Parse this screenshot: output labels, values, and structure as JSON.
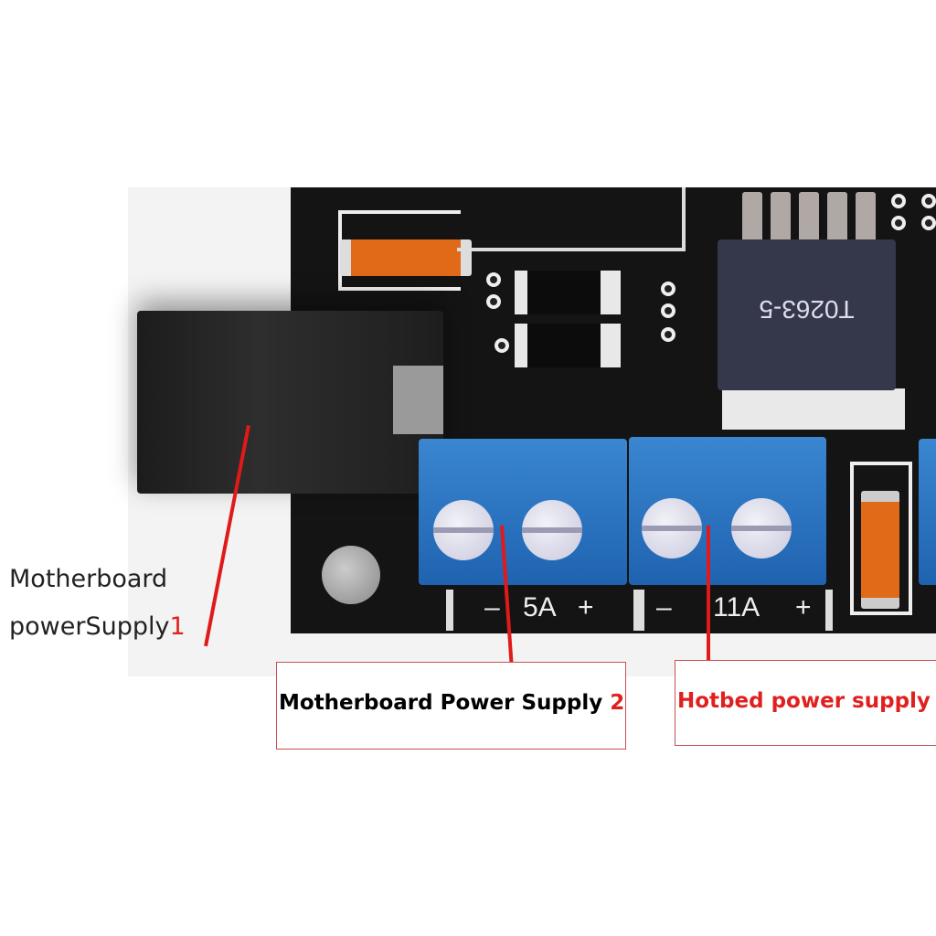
{
  "ic_label": "T0263-5",
  "terminals": [
    {
      "minus": "–",
      "current": "5A",
      "plus": "+"
    },
    {
      "minus": "–",
      "current": "11A",
      "plus": "+"
    }
  ],
  "callouts": {
    "left_line1": "Motherboard",
    "left_line2": "powerSupply",
    "left_num": "1",
    "box1_text": "Motherboard Power Supply ",
    "box1_num": "2",
    "box2_text": "Hotbed power supply"
  },
  "colors": {
    "accent_red": "#e0201e",
    "terminal_blue": "#2a73c0",
    "board": "#141414"
  }
}
